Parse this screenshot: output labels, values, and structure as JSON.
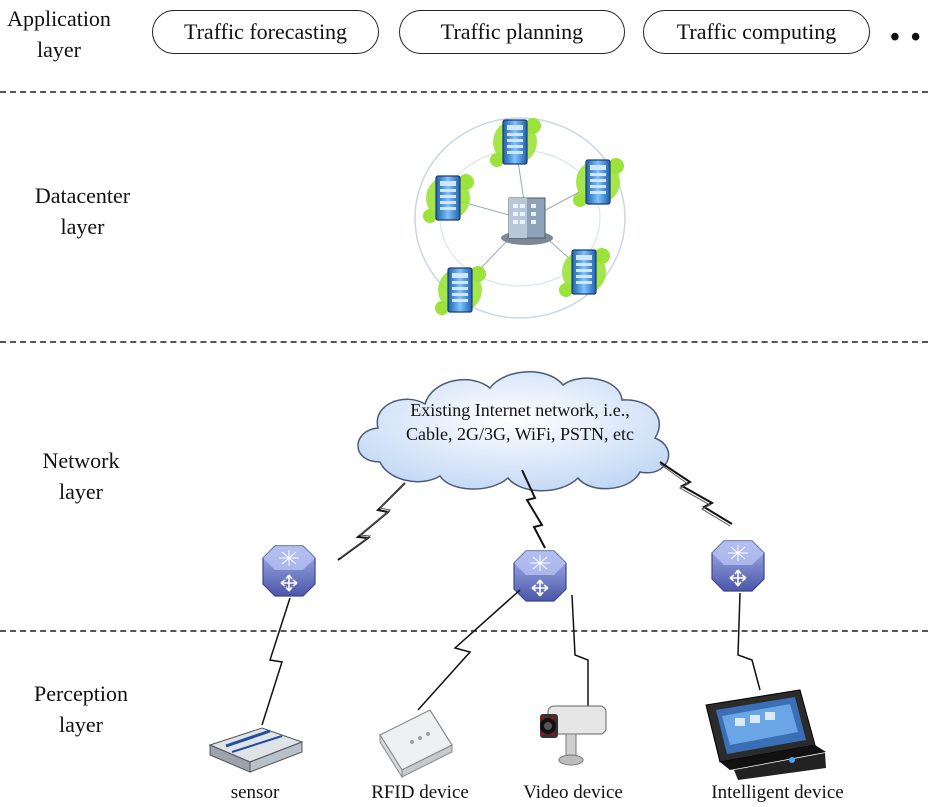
{
  "layers": {
    "application": [
      "Application",
      "layer"
    ],
    "datacenter": [
      "Datacenter",
      "layer"
    ],
    "network": [
      "Network",
      "layer"
    ],
    "perception": [
      "Perception",
      "layer"
    ]
  },
  "applications": [
    "Traffic forecasting",
    "Traffic planning",
    "Traffic computing"
  ],
  "more": "• •",
  "cloud": [
    "Existing Internet network, i.e.,",
    "Cable, 2G/3G, WiFi, PSTN, etc"
  ],
  "devices": [
    "sensor",
    "RFID device",
    "Video device",
    "Intelligent device"
  ],
  "colors": {
    "router": "#6a78c8",
    "server_glow": "#9be33a",
    "server_blue": "#2a7fd0",
    "cloud": "#dbe8fb"
  }
}
